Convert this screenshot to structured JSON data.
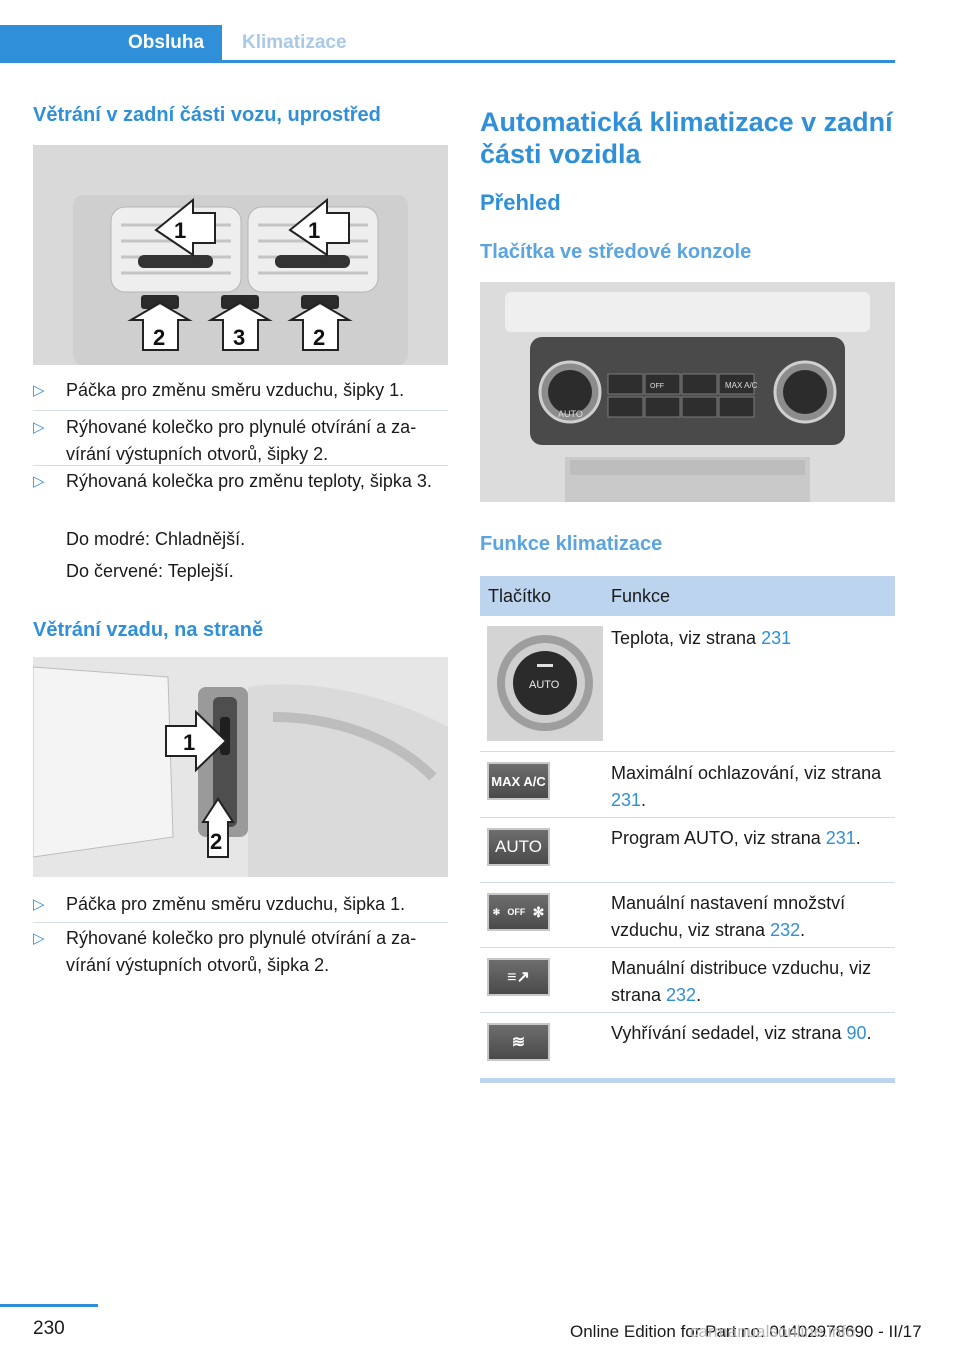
{
  "header": {
    "tab_active": "Obsluha",
    "tab_inactive": "Klimatizace"
  },
  "left": {
    "heading1": "Větrání v zadní části vozu, uprostřed",
    "fig1_labels": [
      "1",
      "1",
      "2",
      "3",
      "2"
    ],
    "list1": [
      "Páčka pro změnu směru vzduchu, šipky 1.",
      "Rýhované kolečko pro plynulé otvírání a za-vírání výstupních otvorů, šipky 2.",
      "Rýhovaná kolečka pro změnu teploty, šipka 3."
    ],
    "note_blue": "Do modré: Chladnější.",
    "note_red": "Do červené: Teplejší.",
    "heading2": "Větrání vzadu, na straně",
    "fig2_labels": [
      "1",
      "2"
    ],
    "list2": [
      "Páčka pro změnu směru vzduchu, šipka 1.",
      "Rýhované kolečko pro plynulé otvírání a za-vírání výstupních otvorů, šipka 2."
    ]
  },
  "right": {
    "title": "Automatická klimatizace v zadní části vozidla",
    "sub1": "Přehled",
    "sub2": "Tlačítka ve středové konzole",
    "panel_labels": {
      "auto": "AUTO",
      "max": "MAX A/C",
      "off": "OFF"
    },
    "sub3": "Funkce klimatizace",
    "table": {
      "col1": "Tlačítko",
      "col2": "Funkce",
      "knob_label": "AUTO",
      "rows": [
        {
          "text": "Teplota, viz strana ",
          "page": "231",
          "after": ""
        },
        {
          "button": "MAX A/C",
          "text": "Maximální ochlazování, viz strana ",
          "page": "231",
          "after": "."
        },
        {
          "button": "AUTO",
          "text": "Program AUTO, viz strana ",
          "page": "231",
          "after": "."
        },
        {
          "button": "OFF",
          "text": "Manuální nastavení množství vzduchu, viz strana ",
          "page": "232",
          "after": "."
        },
        {
          "button": "",
          "text": "Manuální distribuce vzduchu, viz strana ",
          "page": "232",
          "after": "."
        },
        {
          "button": "",
          "text": "Vyhřívání sedadel, viz strana ",
          "page": "90",
          "after": "."
        }
      ]
    }
  },
  "footer": {
    "page": "230",
    "edition": "Online Edition for Part no. 01402978690 - II/17",
    "watermark": "carmanualsonline.info"
  }
}
